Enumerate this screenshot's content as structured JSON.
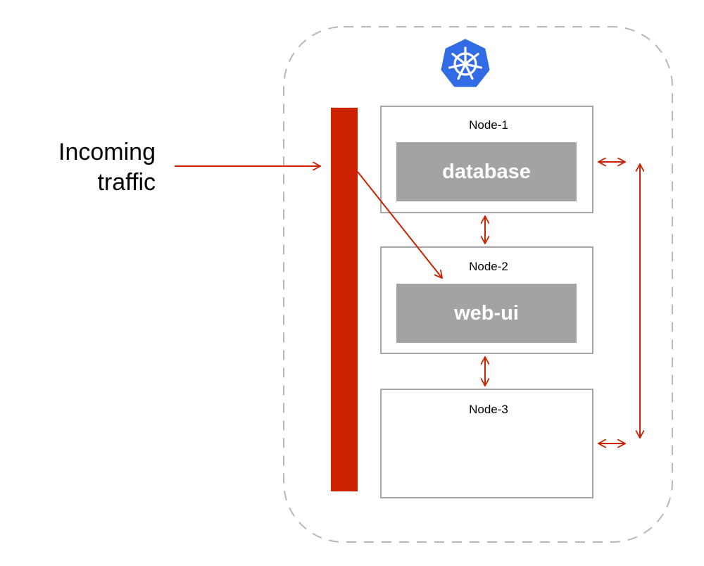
{
  "diagram": {
    "incoming_label": {
      "line1": "Incoming",
      "line2": "traffic"
    },
    "nodes": [
      {
        "label": "Node-1",
        "pod": "database"
      },
      {
        "label": "Node-2",
        "pod": "web-ui"
      },
      {
        "label": "Node-3",
        "pod": ""
      }
    ],
    "logo": "kubernetes-helm-icon",
    "colors": {
      "accent": "#cc2200",
      "cluster_border": "#b8b8b8",
      "node_border": "#a6a6a6",
      "pod_fill": "#a3a3a3",
      "logo_blue": "#326ce5"
    }
  }
}
